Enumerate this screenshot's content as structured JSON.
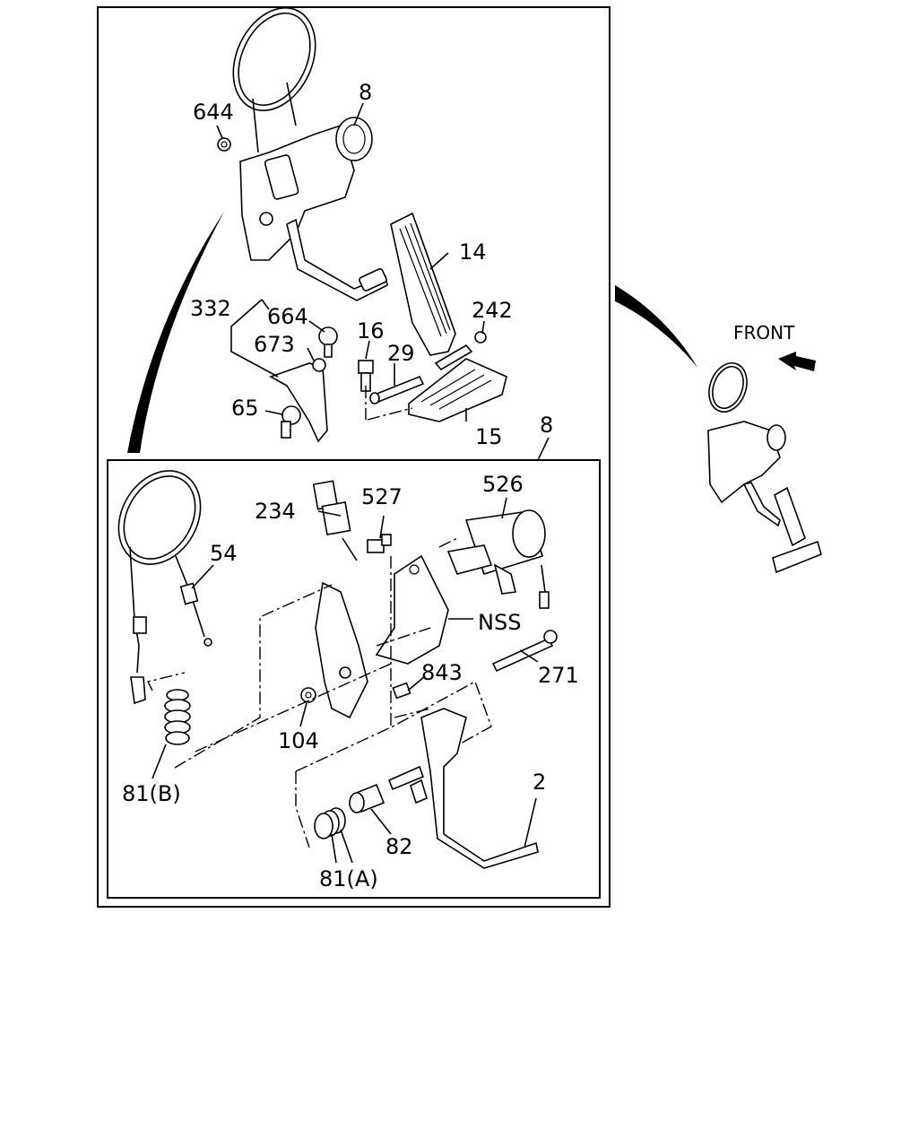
{
  "diagram": {
    "labels": {
      "p8_top": "8",
      "p644": "644",
      "p14": "14",
      "p332": "332",
      "p664": "664",
      "p673": "673",
      "p16": "16",
      "p242": "242",
      "p29": "29",
      "p65": "65",
      "p15": "15",
      "p8_inner": "8",
      "p234": "234",
      "p527": "527",
      "p526": "526",
      "p54": "54",
      "pNSS": "NSS",
      "p271": "271",
      "p843": "843",
      "p104": "104",
      "p81b": "81(B)",
      "p2": "2",
      "p82": "82",
      "p81a": "81(A)",
      "front": "FRONT"
    }
  }
}
